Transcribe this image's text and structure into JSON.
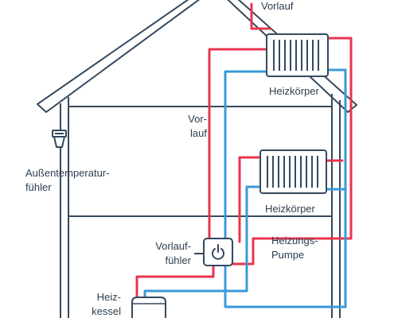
{
  "labels": {
    "vorlauf_top": "Vorlauf",
    "radiator_upper": "Heizkörper",
    "vorlauf_mid_1": "Vor-",
    "vorlauf_mid_2": "lauf",
    "aussen_1": "Außentemperatur-",
    "aussen_2": "fühler",
    "radiator_lower": "Heizkörper",
    "vorlauffuehler_1": "Vorlauf-",
    "vorlauffuehler_2": "fühler",
    "pumpe_1": "Heizungs-",
    "pumpe_2": "Pumpe",
    "kessel_1": "Heiz-",
    "kessel_2": "kessel"
  },
  "colors": {
    "supply": "#e8344e",
    "return": "#3a9ad9",
    "outline": "#34495e",
    "text": "#2c3e50"
  },
  "icons": {
    "sensor": "power-icon"
  }
}
